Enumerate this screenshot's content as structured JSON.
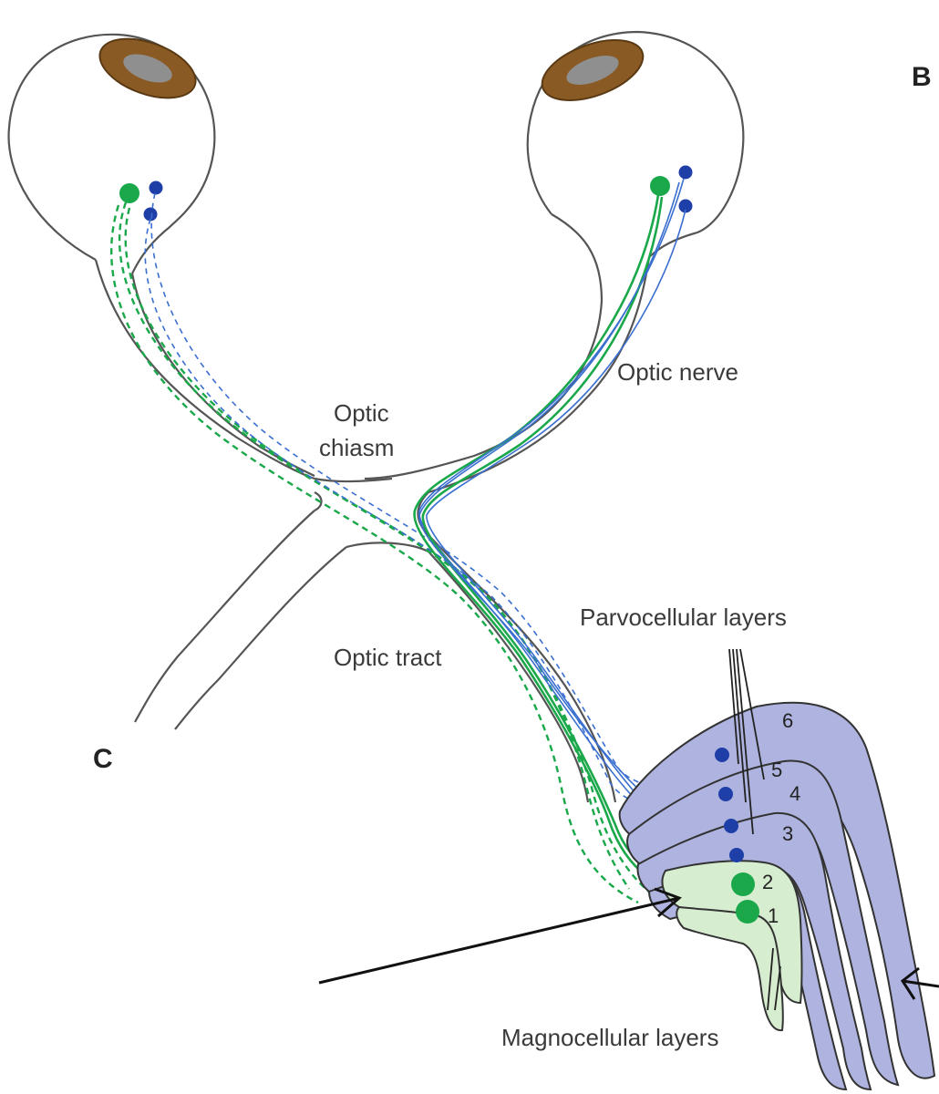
{
  "labels": {
    "optic_nerve": "Optic nerve",
    "optic_chiasm_line1": "Optic",
    "optic_chiasm_line2": "chiasm",
    "optic_tract": "Optic tract",
    "parvocellular": "Parvocellular layers",
    "magnocellular": "Magnocellular layers"
  },
  "panel_letters": {
    "b": "B",
    "c": "C"
  },
  "layer_numbers": [
    "6",
    "5",
    "4",
    "3",
    "2",
    "1"
  ],
  "colors": {
    "outline": "#555555",
    "magno_green": "#1aa84a",
    "parvo_blue": "#1f3fa8",
    "parvo_layer_fill": "#aeb4df",
    "magno_layer_fill": "#d6edcf",
    "iris": "#8a5a24",
    "pupil": "#8f8f8f"
  }
}
